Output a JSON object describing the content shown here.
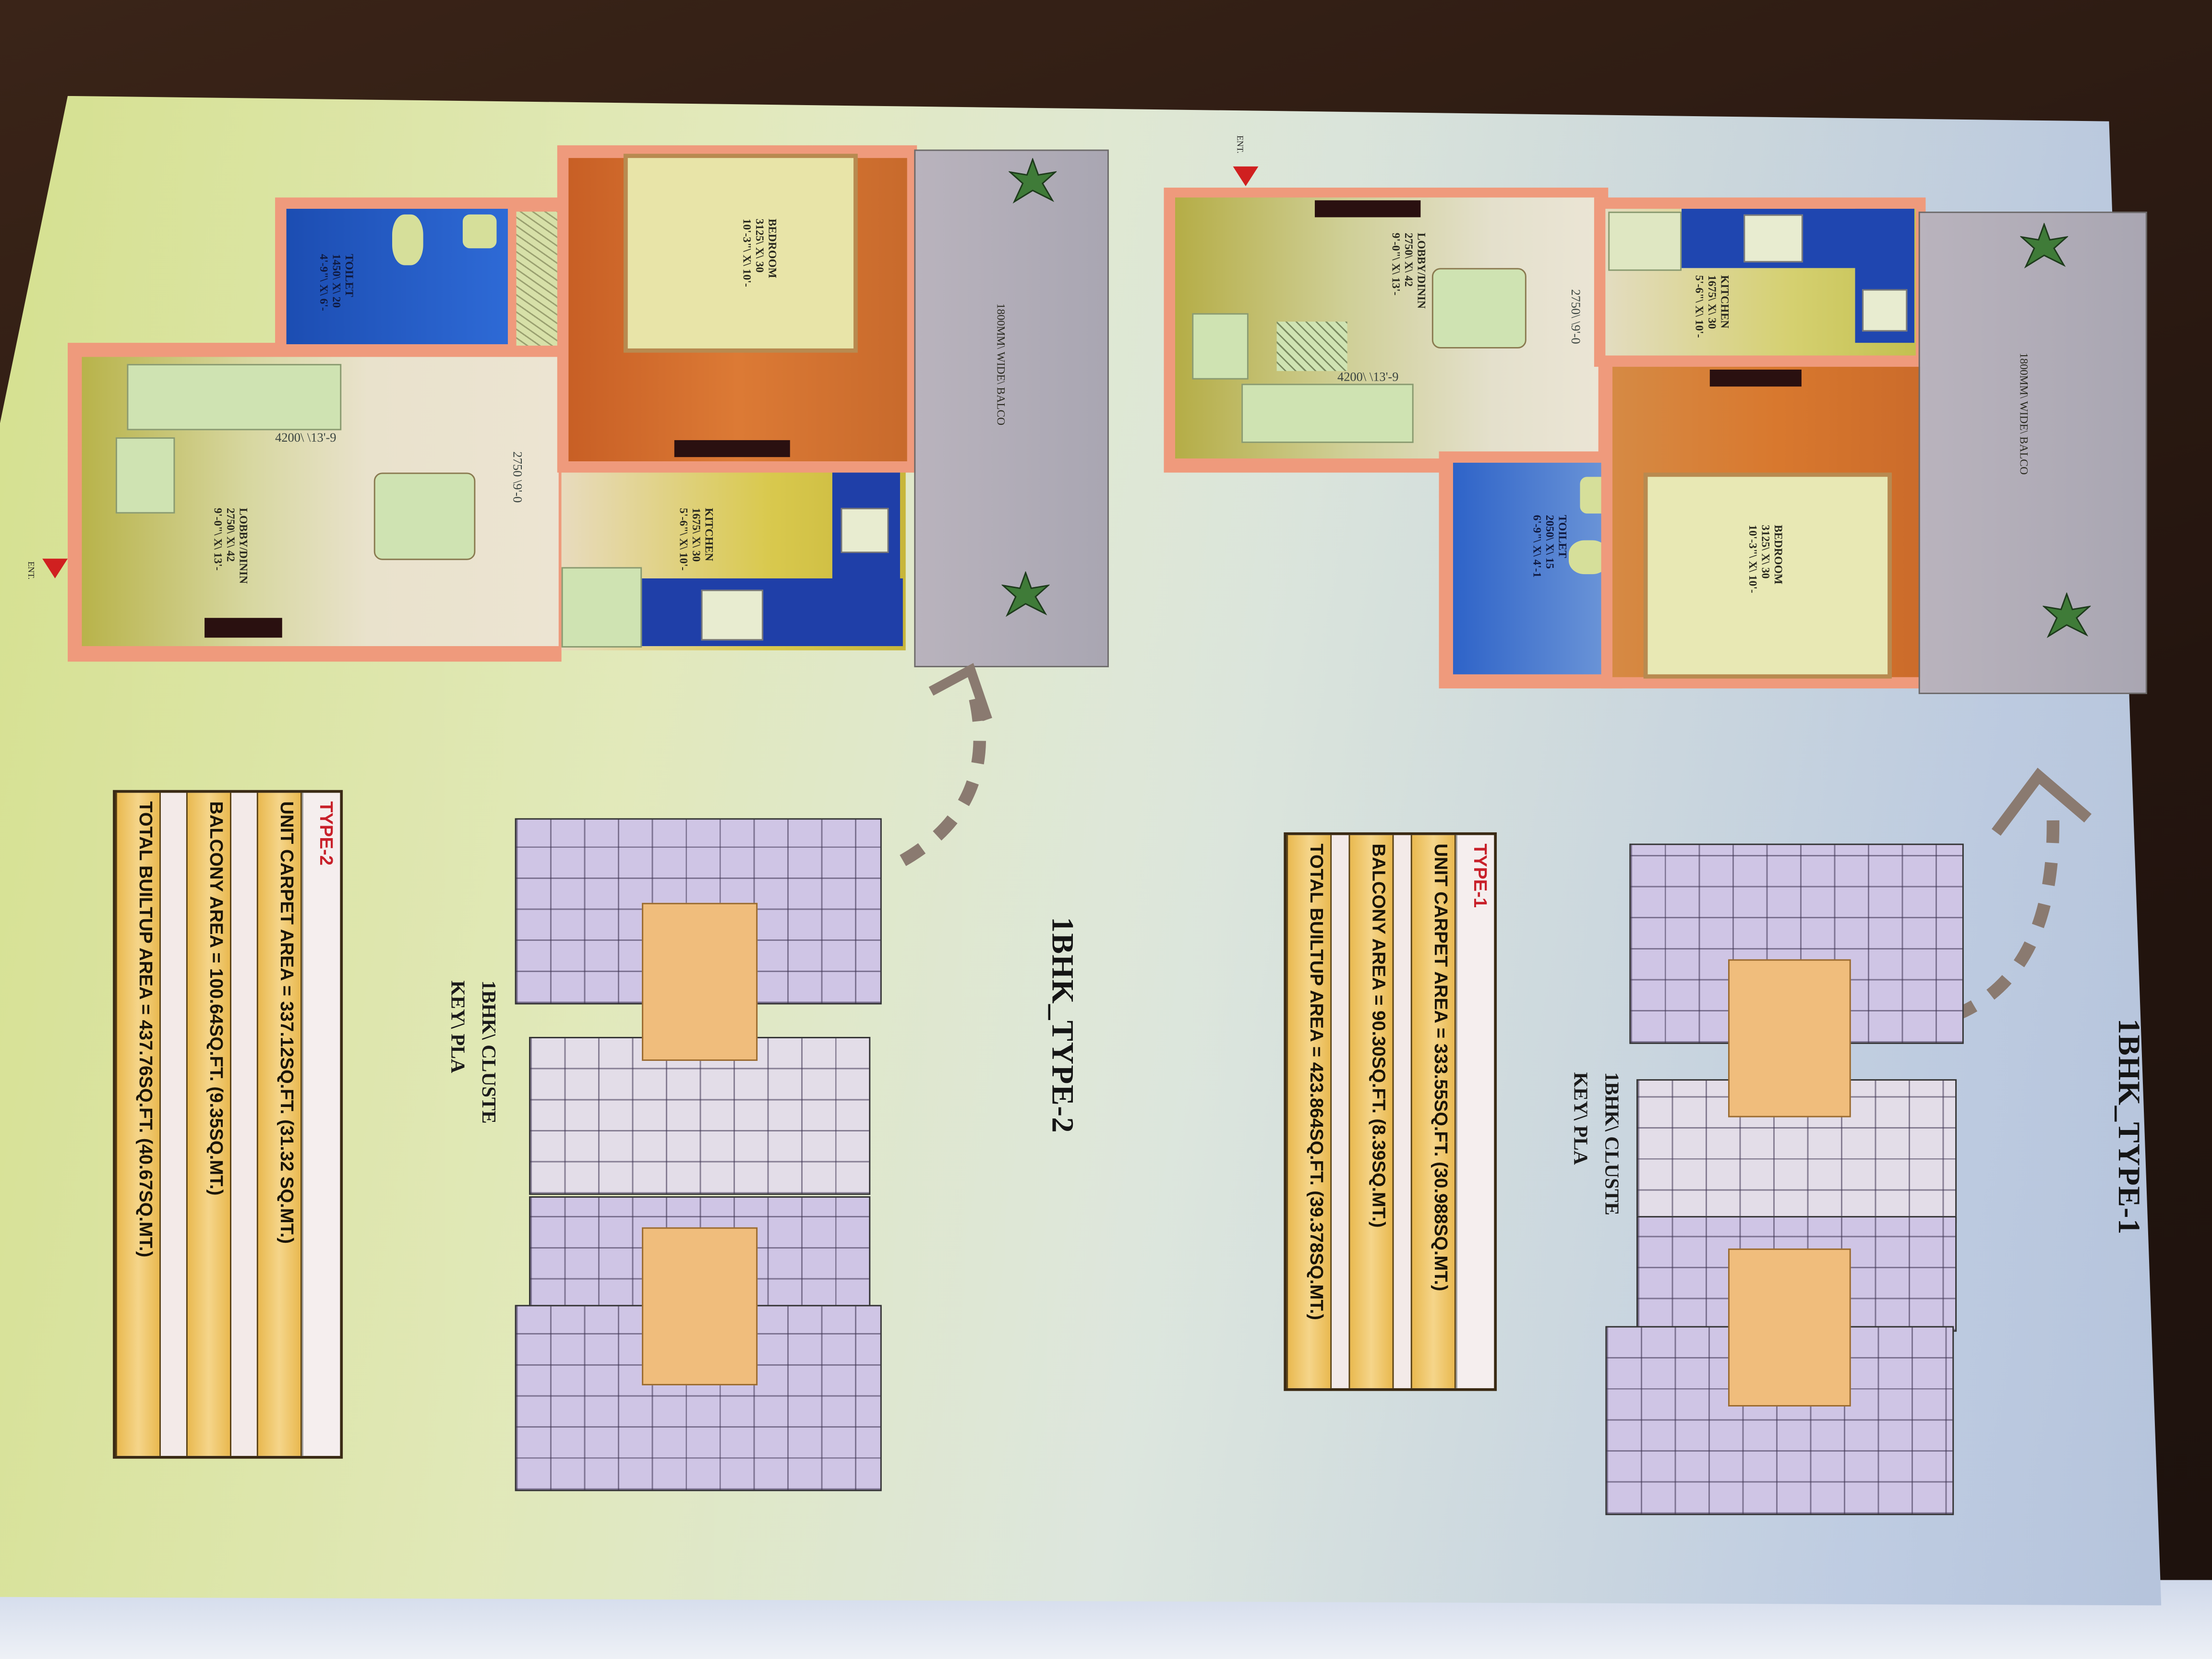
{
  "type2": {
    "heading": "1BHK_TYPE-2",
    "key_plan_label": [
      "1BHK\\ CLUSTE",
      "KEY\\ PLA"
    ],
    "table": {
      "title": "TYPE-2",
      "rows": [
        "UNIT CARPET AREA = 337.12SQ.FT. (31.32 SQ.MT.)",
        "BALCONY AREA = 100.64SQ.FT. (9.35SQ.MT.)",
        "TOTAL BUILTUP AREA = 437.76SQ.FT. (40.67SQ.MT.)"
      ]
    },
    "rooms": {
      "lobby": {
        "name": "LOBBY/DININ",
        "mm": "2750\\ X\\ 42",
        "ft": "9'-0\"\\ X\\ 13'-"
      },
      "kitchen": {
        "name": "KITCHEN",
        "mm": "1675\\ X\\ 30",
        "ft": "5'-6\"\\ X\\ 10'-"
      },
      "toilet": {
        "name": "TOILET",
        "mm": "1450\\ X\\ 20",
        "ft": "4'-9\"\\ X\\ 6'-"
      },
      "bedroom": {
        "name": "BEDROOM",
        "mm": "3125\\ X\\ 30",
        "ft": "10'-3\"\\ X\\ 10'-"
      },
      "balcony": {
        "name": "1800MM\\ WIDE\\ BALCO"
      }
    },
    "dimensions": {
      "width": "4200\\ \\13'-9",
      "depth": "2750 \\9'-0"
    },
    "entry": "ENT."
  },
  "type1": {
    "heading": "1BHK_TYPE-1",
    "key_plan_label": [
      "1BHK\\ CLUSTE",
      "KEY\\ PLA"
    ],
    "table": {
      "title": "TYPE-1",
      "rows": [
        "UNIT CARPET AREA = 333.55SQ.FT. (30.988SQ.MT.)",
        "BALCONY AREA = 90.30SQ.FT. (8.39SQ.MT.)",
        "TOTAL BUILTUP AREA = 423.864SQ.FT. (39.378SQ.MT.)"
      ]
    },
    "rooms": {
      "lobby": {
        "name": "LOBBY/DININ",
        "mm": "2750\\ X\\ 42",
        "ft": "9'-0\"\\ X\\ 13'-"
      },
      "kitchen": {
        "name": "KITCHEN",
        "mm": "1675\\ X\\ 30",
        "ft": "5'-6\"\\ X\\ 10'-"
      },
      "toilet": {
        "name": "TOILET",
        "mm": "2050\\ X\\ 15",
        "ft": "6'-9\"\\ X\\ 4'-1"
      },
      "bedroom": {
        "name": "BEDROOM",
        "mm": "3125\\ X\\ 30",
        "ft": "10'-3\"\\ X\\ 10'-"
      },
      "balcony": {
        "name": "1800MM\\ WIDE\\ BALCO"
      }
    },
    "dimensions": {
      "width": "4200\\ \\13'-9",
      "depth": "2750\\ \\9'-0"
    },
    "entry": "ENT."
  },
  "colors": {
    "wall": "#ef9a7c",
    "toilet_blue": "#1f52b8",
    "bedroom_orange": "#d9762e",
    "table_gold": "#f0c460",
    "table_title_red": "#c8202a",
    "keyplan_lavender": "#cfc5e5"
  }
}
